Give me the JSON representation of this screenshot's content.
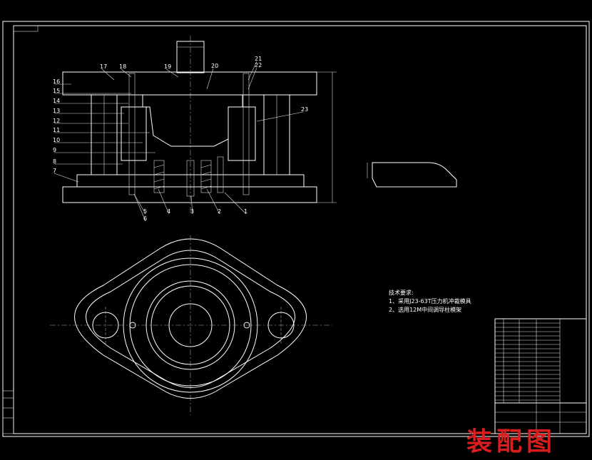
{
  "part_labels": [
    "1",
    "2",
    "3",
    "4",
    "5",
    "6",
    "7",
    "8",
    "9",
    "10",
    "11",
    "12",
    "13",
    "14",
    "15",
    "16",
    "17",
    "18",
    "19",
    "20",
    "21",
    "22",
    "23"
  ],
  "tech_notes": {
    "heading": "技术要求:",
    "line1": "1、采用J23-63T压力机冲裁模具",
    "line2": "2、选用12M中间调导柱模架"
  },
  "stamp_text": "装配图",
  "colors": {
    "background": "#000000",
    "lines": "#ffffff",
    "stamp": "#d81e1e"
  }
}
